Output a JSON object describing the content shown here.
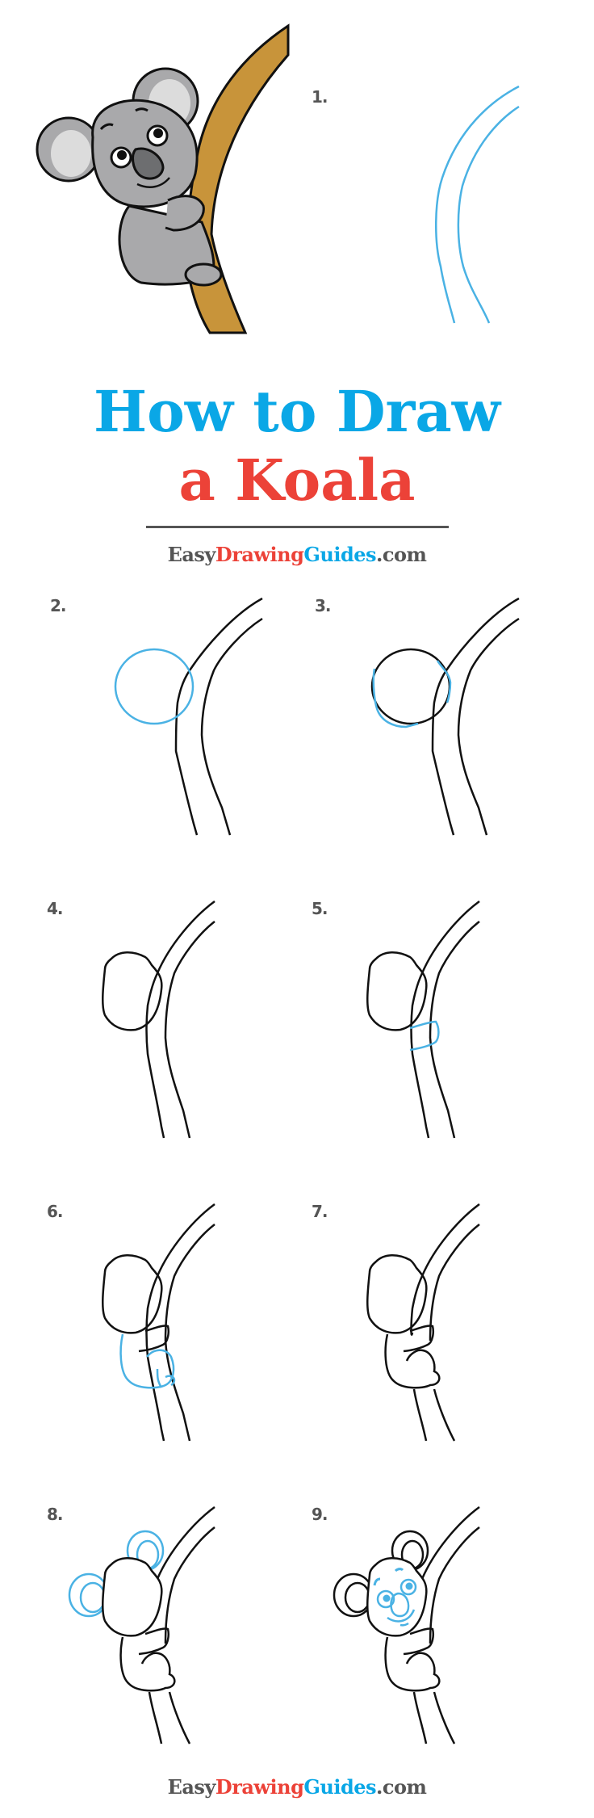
{
  "colors": {
    "blue": "#0aa7e6",
    "red": "#ec4238",
    "gray_text": "#555555",
    "guide_blue": "#4ab2e4",
    "line_black": "#111111",
    "koala_gray": "#a9a9ab",
    "koala_ear_inner": "#dcdcdc",
    "koala_nose": "#6d6e70",
    "branch_brown": "#c8943a"
  },
  "title": {
    "line1": "How to Draw",
    "line2": "a Koala",
    "line1_color": "#0aa7e6",
    "line2_color": "#ec4238"
  },
  "brand": {
    "part1": "Easy",
    "part2": "Drawing",
    "part3": "Guides",
    "part4": ".com"
  },
  "hero": {
    "subject": "koala-on-branch-colored-illustration"
  },
  "steps": [
    {
      "number": "1.",
      "description": "branch outline (blue guide)"
    },
    {
      "number": "2.",
      "description": "circle for head (blue guide)"
    },
    {
      "number": "3.",
      "description": "head contour (blue guide)"
    },
    {
      "number": "4.",
      "description": "head outline finalized"
    },
    {
      "number": "5.",
      "description": "arm hugging branch (blue guide)"
    },
    {
      "number": "6.",
      "description": "body and leg (blue guide)"
    },
    {
      "number": "7.",
      "description": "body finalized"
    },
    {
      "number": "8.",
      "description": "ears (blue guide)"
    },
    {
      "number": "9.",
      "description": "face details (blue guide)"
    }
  ],
  "footer": {
    "part1": "Easy",
    "part2": "Drawing",
    "part3": "Guides",
    "part4": ".com"
  }
}
